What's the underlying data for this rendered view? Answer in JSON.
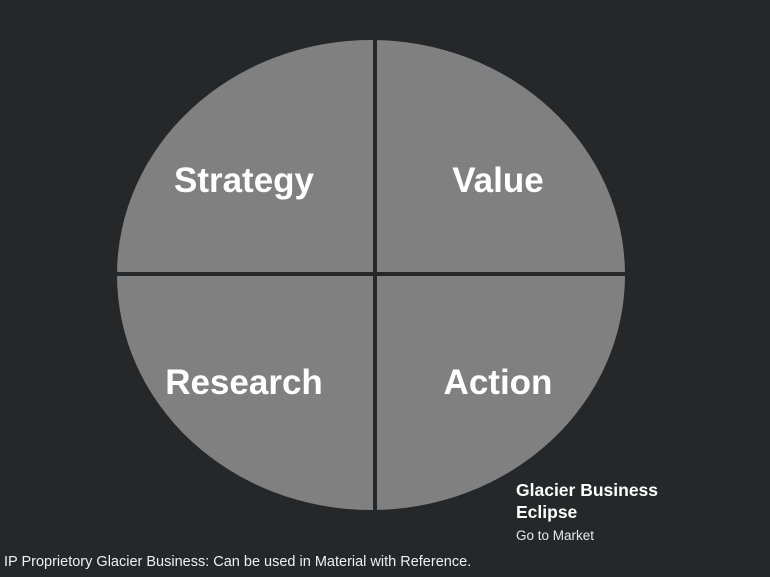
{
  "slide": {
    "background_color": "#262729"
  },
  "diagram": {
    "type": "quadrant-circle",
    "fill_color": "#808080",
    "divider_color": "#262729",
    "label_color": "#ffffff",
    "quadrants": [
      {
        "position": "top-left",
        "label": "Strategy"
      },
      {
        "position": "top-right",
        "label": "Value"
      },
      {
        "position": "bottom-left",
        "label": "Research"
      },
      {
        "position": "bottom-right",
        "label": "Action"
      }
    ]
  },
  "brand": {
    "title_line1": "Glacier Business",
    "title_line2": "Eclipse",
    "subtitle": "Go to Market",
    "title_color": "#ffffff"
  },
  "footer": {
    "note": "IP Proprietory Glacier Business: Can be used in Material with Reference.",
    "color": "#f0f0f0"
  }
}
